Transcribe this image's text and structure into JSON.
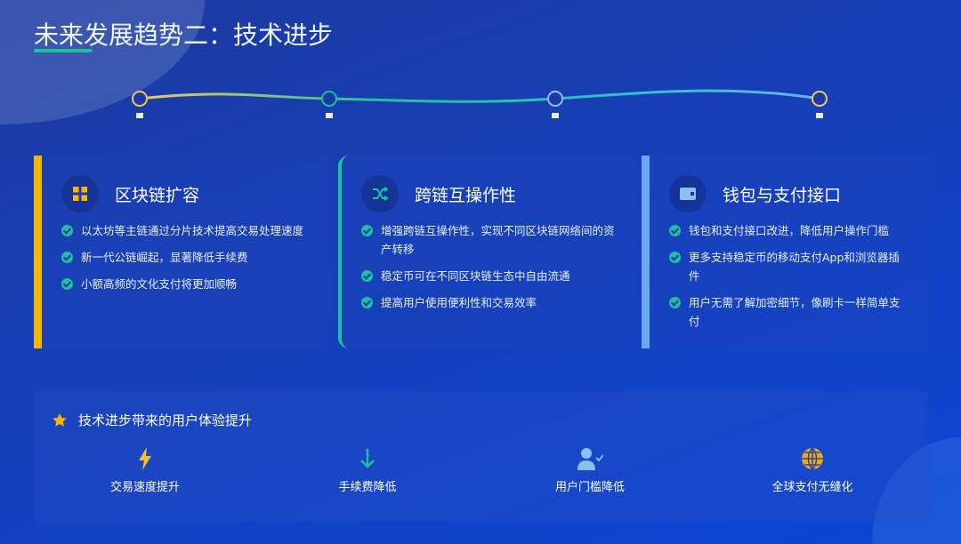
{
  "title": "未来发展趋势二：技术进步",
  "cards": [
    {
      "title": "区块链扩容",
      "icon": "puzzle-icon",
      "accent": "#f5b800",
      "items": [
        "以太坊等主链通过分片技术提高交易处理速度",
        "新一代公链崛起，显著降低手续费",
        "小额高频的文化支付将更加顺畅"
      ]
    },
    {
      "title": "跨链互操作性",
      "icon": "shuffle-icon",
      "accent": "#1fc0a0",
      "items": [
        "增强跨链互操作性，实现不同区块链网络间的资产转移",
        "稳定币可在不同区块链生态中自由流通",
        "提高用户使用便利性和交易效率"
      ]
    },
    {
      "title": "钱包与支付接口",
      "icon": "wallet-icon",
      "accent": "#6aa8f0",
      "items": [
        "钱包和支付接口改进，降低用户操作门槛",
        "更多支持稳定币的移动支付App和浏览器插件",
        "用户无需了解加密细节，像刷卡一样简单支付"
      ]
    }
  ],
  "panel": {
    "title": "技术进步带来的用户体验提升",
    "features": [
      {
        "label": "交易速度提升",
        "icon": "lightning-icon"
      },
      {
        "label": "手续费降低",
        "icon": "arrow-down-icon"
      },
      {
        "label": "用户门槛降低",
        "icon": "user-check-icon"
      },
      {
        "label": "全球支付无缝化",
        "icon": "globe-icon"
      }
    ]
  }
}
